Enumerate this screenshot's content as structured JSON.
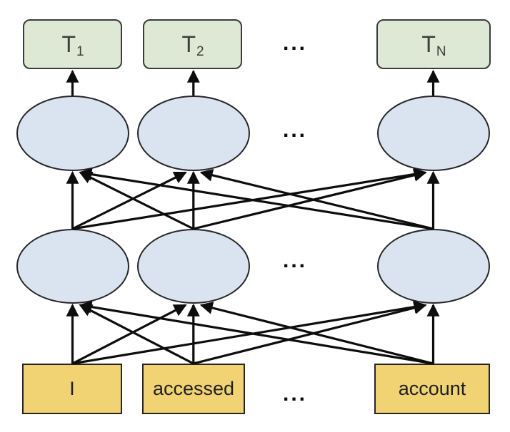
{
  "diagram": {
    "ellipsis": "...",
    "outputs": [
      {
        "base": "T",
        "sub": "1"
      },
      {
        "base": "T",
        "sub": "2"
      },
      {
        "base": "T",
        "sub": "N"
      }
    ],
    "inputs": [
      "I",
      "accessed",
      "account"
    ],
    "hidden_rows": 2,
    "colors": {
      "background": "#ffffff",
      "output_fill": "#dee9d5",
      "output_border": "#3b3b3b",
      "hidden_fill": "#d9e4f0",
      "hidden_border": "#262626",
      "input_fill": "#f2d374",
      "input_border": "#262626",
      "arrow": "#0d0d0d",
      "output_text": "#3d3d3d",
      "input_text": "#1f1f1f"
    }
  }
}
